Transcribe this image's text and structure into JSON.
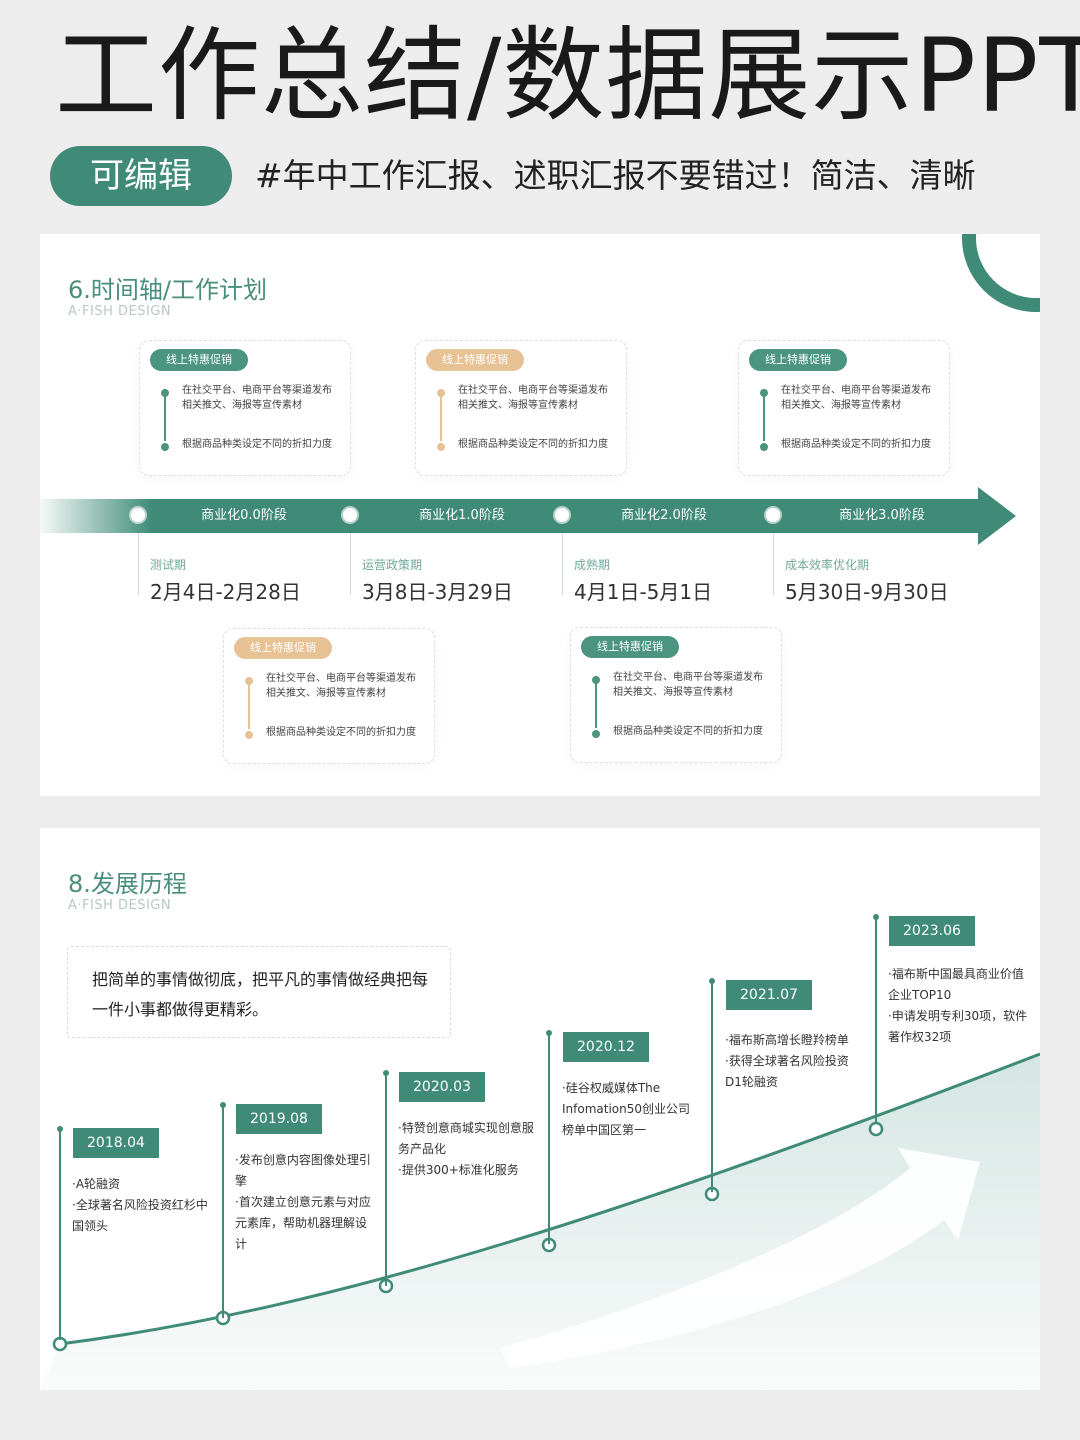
{
  "header": {
    "title": "工作总结/数据展示PPT",
    "tag": "可编辑",
    "subtitle": "#年中工作汇报、述职汇报不要错过！简洁、清晰"
  },
  "colors": {
    "accent": "#3f8b78",
    "accent_light": "#4a9480",
    "orange": "#e7c294"
  },
  "slide1": {
    "title": "6.时间轴/工作计划",
    "subtitle": "A·FISH DESIGN",
    "cards": [
      {
        "tag": "线上特惠促销",
        "color": "green",
        "item1": "在社交平台、电商平台等渠道发布相关推文、海报等宣传素材",
        "item2": "根据商品种类设定不同的折扣力度"
      },
      {
        "tag": "线上特惠促销",
        "color": "orange",
        "item1": "在社交平台、电商平台等渠道发布相关推文、海报等宣传素材",
        "item2": "根据商品种类设定不同的折扣力度"
      },
      {
        "tag": "线上特惠促销",
        "color": "green",
        "item1": "在社交平台、电商平台等渠道发布相关推文、海报等宣传素材",
        "item2": "根据商品种类设定不同的折扣力度"
      },
      {
        "tag": "线上特惠促销",
        "color": "orange",
        "item1": "在社交平台、电商平台等渠道发布相关推文、海报等宣传素材",
        "item2": "根据商品种类设定不同的折扣力度"
      },
      {
        "tag": "线上特惠促销",
        "color": "green",
        "item1": "在社交平台、电商平台等渠道发布相关推文、海报等宣传素材",
        "item2": "根据商品种类设定不同的折扣力度"
      }
    ],
    "stages": [
      {
        "label": "商业化0.0阶段",
        "period": "测试期",
        "date": "2月4日-2月28日"
      },
      {
        "label": "商业化1.0阶段",
        "period": "运营政策期",
        "date": "3月8日-3月29日"
      },
      {
        "label": "商业化2.0阶段",
        "period": "成熟期",
        "date": "4月1日-5月1日"
      },
      {
        "label": "商业化3.0阶段",
        "period": "成本效率优化期",
        "date": "5月30日-9月30日"
      }
    ]
  },
  "slide2": {
    "title": "8.发展历程",
    "subtitle": "A·FISH DESIGN",
    "quote": "把简单的事情做彻底，把平凡的事情做经典把每一件小事都做得更精彩。",
    "milestones": [
      {
        "date": "2018.04",
        "text": "·A轮融资\n·全球著名风险投资红杉中国领头"
      },
      {
        "date": "2019.08",
        "text": "·发布创意内容图像处理引擎\n·首次建立创意元素与对应元素库，帮助机器理解设计"
      },
      {
        "date": "2020.03",
        "text": "·特赞创意商城实现创意服务产品化\n·提供300+标准化服务"
      },
      {
        "date": "2020.12",
        "text": "·硅谷权威媒体The Infomation50创业公司榜单中国区第一"
      },
      {
        "date": "2021.07",
        "text": "·福布斯高增长瞪羚榜单\n·获得全球著名风险投资D1轮融资"
      },
      {
        "date": "2023.06",
        "text": "·福布斯中国最具商业价值企业TOP10\n·申请发明专利30项，软件著作权32项"
      }
    ]
  }
}
